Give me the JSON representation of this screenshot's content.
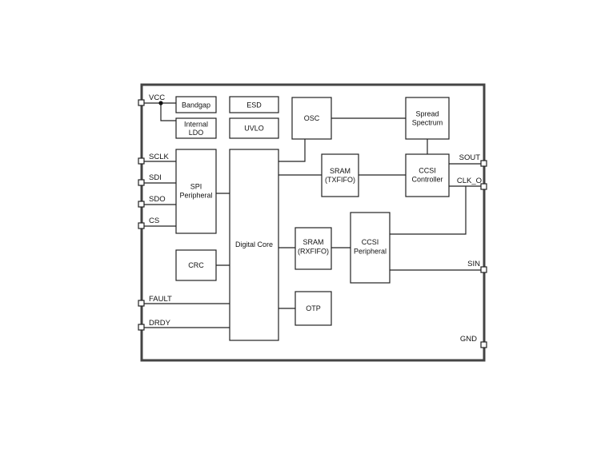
{
  "diagram": {
    "pins": {
      "vcc": "VCC",
      "sclk": "SCLK",
      "sdi": "SDI",
      "sdo": "SDO",
      "cs": "CS",
      "fault": "FAULT",
      "drdy": "DRDY",
      "sout": "SOUT",
      "clk_o": "CLK_O",
      "sin": "SIN",
      "gnd": "GND"
    },
    "blocks": {
      "bandgap": [
        "Bandgap"
      ],
      "esd": [
        "ESD"
      ],
      "internal_ldo": [
        "Internal",
        "LDO"
      ],
      "uvlo": [
        "UVLO"
      ],
      "osc": [
        "OSC"
      ],
      "spread_spectrum": [
        "Spread",
        "Spectrum"
      ],
      "spi_peripheral": [
        "SPI",
        "Peripheral"
      ],
      "digital_core": [
        "Digital Core"
      ],
      "sram_tx": [
        "SRAM",
        "(TXFIFO)"
      ],
      "ccsi_controller": [
        "CCSI",
        "Controller"
      ],
      "sram_rx": [
        "SRAM",
        "(RXFIFO)"
      ],
      "ccsi_peripheral": [
        "CCSI",
        "Peripheral"
      ],
      "crc": [
        "CRC"
      ],
      "otp": [
        "OTP"
      ]
    }
  }
}
